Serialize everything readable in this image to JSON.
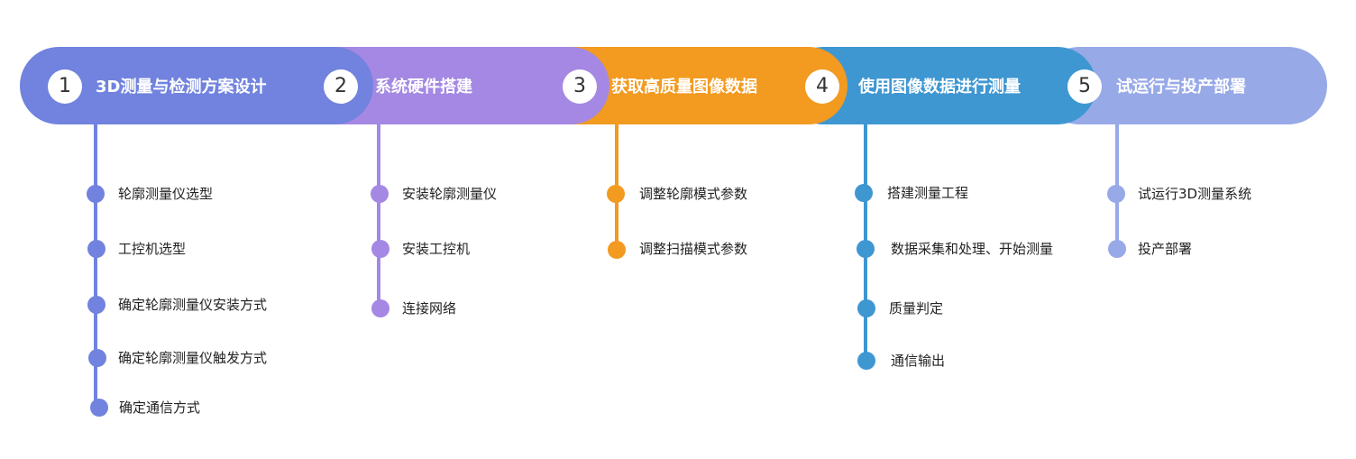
{
  "stages": [
    {
      "number": "1",
      "title": "3D测量与检测方案设计",
      "color": "#7183de",
      "items": [
        "轮廓测量仪选型",
        "工控机选型",
        "确定轮廓测量仪安装方式",
        "确定轮廓测量仪触发方式",
        "确定通信方式"
      ]
    },
    {
      "number": "2",
      "title": "系统硬件搭建",
      "color": "#a488e3",
      "items": [
        "安装轮廓测量仪",
        "安装工控机",
        "连接网络"
      ]
    },
    {
      "number": "3",
      "title": "获取高质量图像数据",
      "color": "#f39a20",
      "items": [
        "调整轮廓模式参数",
        "调整扫描模式参数"
      ]
    },
    {
      "number": "4",
      "title": "使用图像数据进行测量",
      "color": "#3f97d2",
      "items": [
        "搭建测量工程",
        "数据采集和处理、开始测量",
        "质量判定",
        "通信输出"
      ]
    },
    {
      "number": "5",
      "title": "试运行与投产部署",
      "color": "#98a9e8",
      "items": [
        "试运行3D测量系统",
        "投产部署"
      ]
    }
  ]
}
